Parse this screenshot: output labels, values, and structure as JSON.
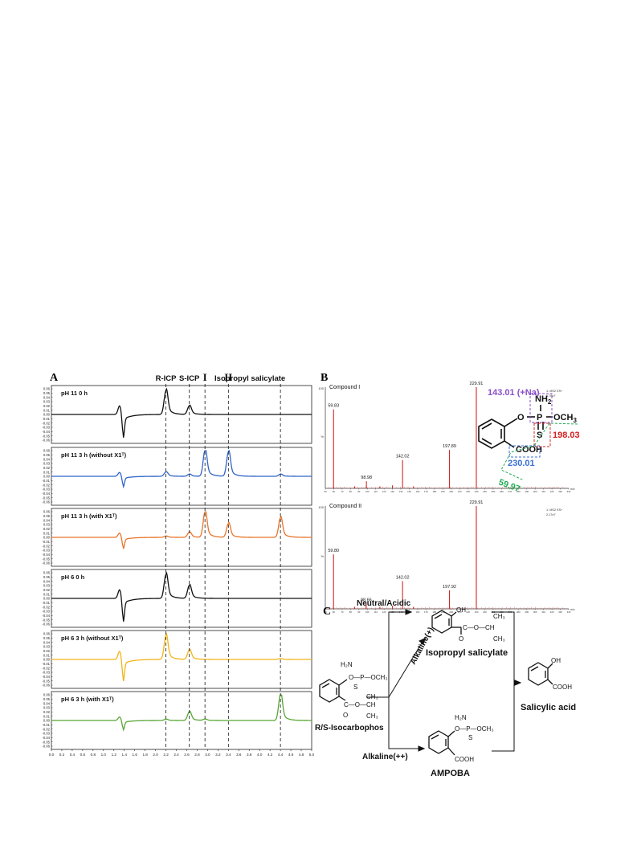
{
  "panel_letters": {
    "a": "A",
    "b": "B",
    "c": "C"
  },
  "panel_a": {
    "peak_labels": [
      {
        "text": "R-ICP",
        "x": 2.2
      },
      {
        "text": "S-ICP",
        "x": 2.65
      },
      {
        "text": "I",
        "x": 2.95
      },
      {
        "text": "II",
        "x": 3.4
      },
      {
        "text": "Isopropyl salicylate",
        "x": 4.4
      }
    ],
    "x_ticks": [
      "0.0",
      "0.2",
      "0.4",
      "0.6",
      "0.8",
      "1.0",
      "1.2",
      "1.4",
      "1.6",
      "1.8",
      "2.0",
      "2.2",
      "2.4",
      "2.6",
      "2.8",
      "3.0",
      "3.2",
      "3.4",
      "3.6",
      "3.8",
      "4.0",
      "4.2",
      "4.4",
      "4.6",
      "4.8",
      "5.0"
    ],
    "y_ticks": [
      "0.06",
      "0.05",
      "0.04",
      "0.03",
      "0.02",
      "0.01",
      "0.00",
      "-0.01",
      "-0.02",
      "-0.03",
      "-0.04",
      "-0.05",
      "-0.06"
    ],
    "trace_labels": [
      "pH 11   0 h",
      "pH 11   3 h  (without X1ᵀ)",
      "pH 11   3 h  (with X1ᵀ)",
      "pH 6    0 h",
      "pH 6    3 h    (without X1ᵀ)",
      "pH 6    3 h    (with X1ᵀ)"
    ]
  },
  "panel_b": {
    "compound_i": {
      "title": "Compound I",
      "y_max_label": "100",
      "y_mid_label": "%",
      "header": "1: MS2 ES+\n1.78e7",
      "peak_labels": [
        "59.83",
        "98.98",
        "142.02",
        "197.89",
        "229.91"
      ],
      "structure_annotations": {
        "purple": "143.01 (+Na)",
        "red": "198.03",
        "blue": "230.01",
        "green": "59.97"
      }
    },
    "compound_ii": {
      "title": "Compound II",
      "y_max_label": "100",
      "y_mid_label": "%",
      "header": "1: MS2 ES+\n2.17e7",
      "peak_labels": [
        "59.80",
        "98.66",
        "142.02",
        "197.92",
        "229.91"
      ]
    },
    "x_axis_unit": "m/z"
  },
  "panel_c": {
    "neutral_label": "Neutral/Acidic",
    "alkaline_plus": "Alkaline(+)",
    "alkaline_plusplus": "Alkaline(++)",
    "isocarbophos": "R/S-Isocarbophos",
    "isopropyl_salicylate": "Isopropyl salicylate",
    "ampoba": "AMPOBA",
    "salicylic_acid": "Salicylic acid"
  },
  "chart_data": [
    {
      "type": "line",
      "panel": "A",
      "x_range": [
        0,
        5.0
      ],
      "ylim": [
        -0.06,
        0.06
      ],
      "series": [
        {
          "name": "pH 11   0 h",
          "color": "#111111",
          "dips": [
            [
              1.38,
              -0.045
            ]
          ],
          "peaks": [
            [
              2.2,
              0.055
            ],
            [
              2.65,
              0.02
            ]
          ]
        },
        {
          "name": "pH 11   3 h  (without X1ᵀ)",
          "color": "#2f64c8",
          "dips": [
            [
              1.38,
              -0.02
            ]
          ],
          "peaks": [
            [
              2.2,
              0.01
            ],
            [
              2.65,
              0.005
            ],
            [
              2.95,
              0.06
            ],
            [
              3.4,
              0.056
            ],
            [
              4.4,
              0.005
            ]
          ]
        },
        {
          "name": "pH 11   3 h  (with X1ᵀ)",
          "color": "#e8742a",
          "dips": [
            [
              1.38,
              -0.022
            ]
          ],
          "peaks": [
            [
              2.2,
              0.003
            ],
            [
              2.65,
              0.012
            ],
            [
              2.95,
              0.058
            ],
            [
              3.4,
              0.032
            ],
            [
              4.4,
              0.045
            ]
          ]
        },
        {
          "name": "pH 6    0 h",
          "color": "#111111",
          "dips": [
            [
              1.38,
              -0.045
            ]
          ],
          "peaks": [
            [
              2.2,
              0.055
            ],
            [
              2.65,
              0.03
            ]
          ]
        },
        {
          "name": "pH 6    3 h    (without X1ᵀ)",
          "color": "#f2b417",
          "dips": [
            [
              1.38,
              -0.042
            ]
          ],
          "peaks": [
            [
              2.2,
              0.055
            ],
            [
              2.65,
              0.022
            ],
            [
              4.4,
              0.002
            ]
          ]
        },
        {
          "name": "pH 6    3 h    (with X1ᵀ)",
          "color": "#58a636",
          "dips": [
            [
              1.38,
              -0.018
            ]
          ],
          "peaks": [
            [
              2.2,
              0.003
            ],
            [
              2.65,
              0.02
            ],
            [
              2.95,
              0.003
            ],
            [
              4.4,
              0.06
            ]
          ]
        }
      ]
    },
    {
      "type": "bar",
      "panel": "B",
      "name": "Compound I",
      "x_range": [
        50,
        340
      ],
      "ylim": [
        0,
        100
      ],
      "peaks": [
        [
          59.83,
          78
        ],
        [
          85,
          2
        ],
        [
          98.98,
          7
        ],
        [
          115,
          2
        ],
        [
          130,
          3
        ],
        [
          142.02,
          28
        ],
        [
          155,
          2
        ],
        [
          197.89,
          38
        ],
        [
          229.91,
          100
        ]
      ]
    },
    {
      "type": "bar",
      "panel": "B",
      "name": "Compound II",
      "x_range": [
        50,
        340
      ],
      "ylim": [
        0,
        100
      ],
      "peaks": [
        [
          59.8,
          53
        ],
        [
          85,
          2
        ],
        [
          98.66,
          5
        ],
        [
          115,
          2
        ],
        [
          130,
          3
        ],
        [
          142.02,
          27
        ],
        [
          155,
          2
        ],
        [
          197.92,
          18
        ],
        [
          229.91,
          100
        ]
      ]
    }
  ]
}
